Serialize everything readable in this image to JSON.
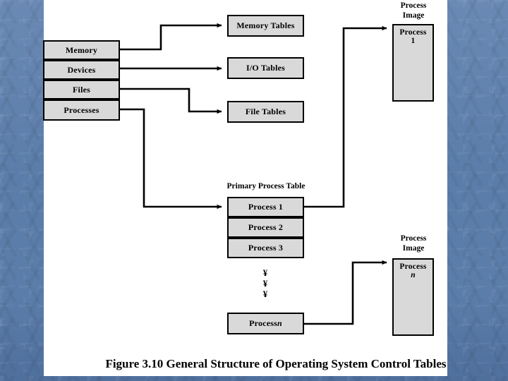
{
  "figure": {
    "caption": "Figure 3.10  General Structure of Operating System Control Tables",
    "background_color": "#5e80ad",
    "panel_color": "#ffffff",
    "box_fill": "#d9d9d9",
    "line_color": "#000000"
  },
  "resource_stack": {
    "name": "Memory / Devices / Files / Processes",
    "items": [
      {
        "label": "Memory"
      },
      {
        "label": "Devices"
      },
      {
        "label": "Files"
      },
      {
        "label": "Processes"
      }
    ]
  },
  "tables": [
    {
      "label": "Memory Tables"
    },
    {
      "label": "I/O Tables"
    },
    {
      "label": "File Tables"
    }
  ],
  "primary_process_table": {
    "title": "Primary Process Table",
    "rows": [
      {
        "label": "Process 1"
      },
      {
        "label": "Process 2"
      },
      {
        "label": "Process 3"
      }
    ],
    "ellipsis": "¥",
    "ellipsis_count": 3,
    "last_row": {
      "prefix": "Process ",
      "suffix": "n"
    }
  },
  "process_images": [
    {
      "title": "Process\nImage",
      "box_line1": "Process",
      "box_line2": "1",
      "box_line2_italic": false
    },
    {
      "title": "Process\nImage",
      "box_line1": "Process",
      "box_line2": "n",
      "box_line2_italic": true
    }
  ]
}
